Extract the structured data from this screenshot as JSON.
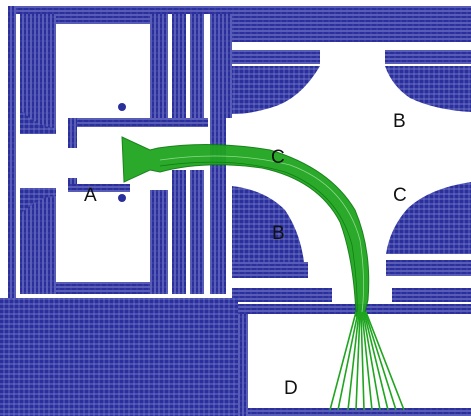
{
  "colors": {
    "mesh": "#2a2f9c",
    "mesh_light": "#6f74c8",
    "background": "#ffffff",
    "flow": "#1fa51f",
    "flow_dark": "#0f7d12"
  },
  "labels": {
    "a": "A",
    "b_upper": "B",
    "b_lower": "B",
    "c_upper": "C",
    "c_right": "C",
    "d": "D"
  }
}
